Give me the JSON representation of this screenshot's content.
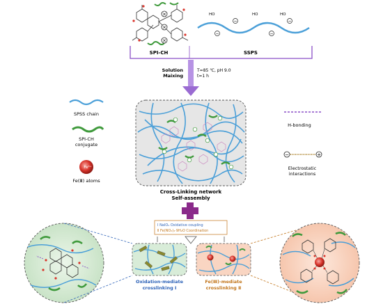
{
  "top": {
    "left_label": "SPI-CH",
    "right_label": "SSPS",
    "process_label_1": "Solution",
    "process_label_2": "Maixing",
    "condition_1": "T=85 ℃, pH 9.0",
    "condition_2": "t=1 h"
  },
  "legend": {
    "spss_chain": "SPSS chain",
    "spi_ch_1": "SPI-CH",
    "spi_ch_2": "conjugate",
    "fe_symbol": "Fe³⁺",
    "fe_atoms": "Fe(Ⅲ) atoms",
    "h_bonding": "H-bonding",
    "electrostatic_1": "Electrostatic",
    "electrostatic_2": "interactions"
  },
  "network": {
    "title_1": "Cross-Linking network",
    "title_2": "Self-assembly"
  },
  "routes": {
    "route_1": "Ⅰ  NaIO₄ Oxidative coupling",
    "route_2": "Ⅱ  Fe(NO₃)₃·9H₂O Coordination"
  },
  "bottom": {
    "oxidation_1": "Oxidation-mediate",
    "oxidation_2": "crosslinking Ⅰ",
    "fe_1": "Fe(Ⅲ)-mediate",
    "fe_2": "crosslinking Ⅱ"
  },
  "labels": {
    "ho": "HO",
    "minus": "−",
    "plus": "+",
    "x": "×"
  },
  "colors": {
    "chain_blue": "#4a9fd8",
    "conjugate_green": "#3f9a3c",
    "hbond_purple": "#8a4fc7",
    "arrow_purple": "#9a6bd2",
    "fe_red": "#d9342b",
    "network_bg": "#e6e6e6",
    "zoom_green_bg": "#d8ecd8",
    "zoom_orange_bg": "#f9d5c2",
    "box_orange": "#c2761c",
    "box_blue": "#2e63b8"
  }
}
